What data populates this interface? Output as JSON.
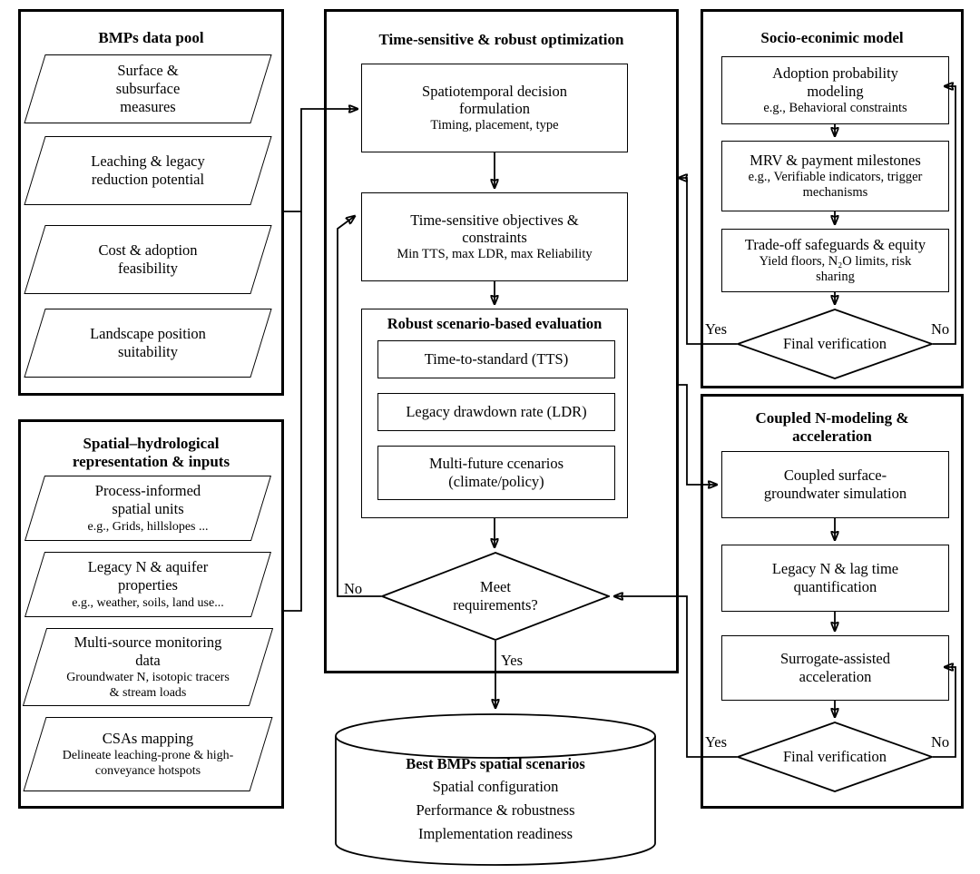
{
  "panels": {
    "bmps": {
      "title": "BMPs data pool",
      "items": [
        {
          "title": "Surface &\nsubsurface\nmeasures",
          "sub": ""
        },
        {
          "title": "Leaching & legacy\nreduction potential",
          "sub": ""
        },
        {
          "title": "Cost & adoption\nfeasibility",
          "sub": ""
        },
        {
          "title": "Landscape position\nsuitability",
          "sub": ""
        }
      ]
    },
    "spatial": {
      "title": "Spatial–hydrological\nrepresentation & inputs",
      "items": [
        {
          "title": "Process-informed\nspatial units",
          "sub": "e.g., Grids, hillslopes ..."
        },
        {
          "title": "Legacy N & aquifer\nproperties",
          "sub": "e.g., weather, soils, land use..."
        },
        {
          "title": "Multi-source monitoring\ndata",
          "sub": "Groundwater N, isotopic tracers\n& stream loads"
        },
        {
          "title": "CSAs mapping",
          "sub": "Delineate leaching-prone & high-\nconveyance hotspots"
        }
      ]
    },
    "optimization": {
      "title": "Time-sensitive & robust optimization",
      "box1": {
        "title": "Spatiotemporal decision\nformulation",
        "sub": "Timing, placement, type"
      },
      "box2": {
        "title": "Time-sensitive objectives &\nconstraints",
        "sub": "Min TTS, max LDR, max Reliability"
      },
      "box3": {
        "title": "Robust scenario-based evaluation",
        "sub_boxes": [
          "Time-to-standard (TTS)",
          "Legacy drawdown rate (LDR)",
          "Multi-future ccenarios\n(climate/policy)"
        ]
      },
      "decision": "Meet\nrequirements?",
      "decision_no": "No",
      "decision_yes": "Yes"
    },
    "socio": {
      "title": "Socio-econimic model",
      "boxes": [
        {
          "title": "Adoption probability\nmodeling",
          "sub": "e.g., Behavioral constraints"
        },
        {
          "title": "MRV & payment milestones",
          "sub": "e.g., Verifiable indicators, trigger\nmechanisms"
        },
        {
          "title": "Trade-off safeguards & equity",
          "sub": "Yield floors, N₂O limits, risk\nsharing"
        }
      ],
      "decision": "Final verification",
      "decision_yes": "Yes",
      "decision_no": "No"
    },
    "coupled": {
      "title": "Coupled N-modeling &\nacceleration",
      "boxes": [
        {
          "title": "Coupled surface-\ngroundwater simulation",
          "sub": ""
        },
        {
          "title": "Legacy N & lag time\nquantification",
          "sub": ""
        },
        {
          "title": "Surrogate-assisted\nacceleration",
          "sub": ""
        }
      ],
      "decision": "Final verification",
      "decision_yes": "Yes",
      "decision_no": "No"
    }
  },
  "output": {
    "title": "Best BMPs spatial scenarios",
    "lines": [
      "Spatial configuration",
      "Performance & robustness",
      "Implementation readiness"
    ]
  },
  "colors": {
    "stroke": "#000000",
    "fill": "#ffffff"
  }
}
